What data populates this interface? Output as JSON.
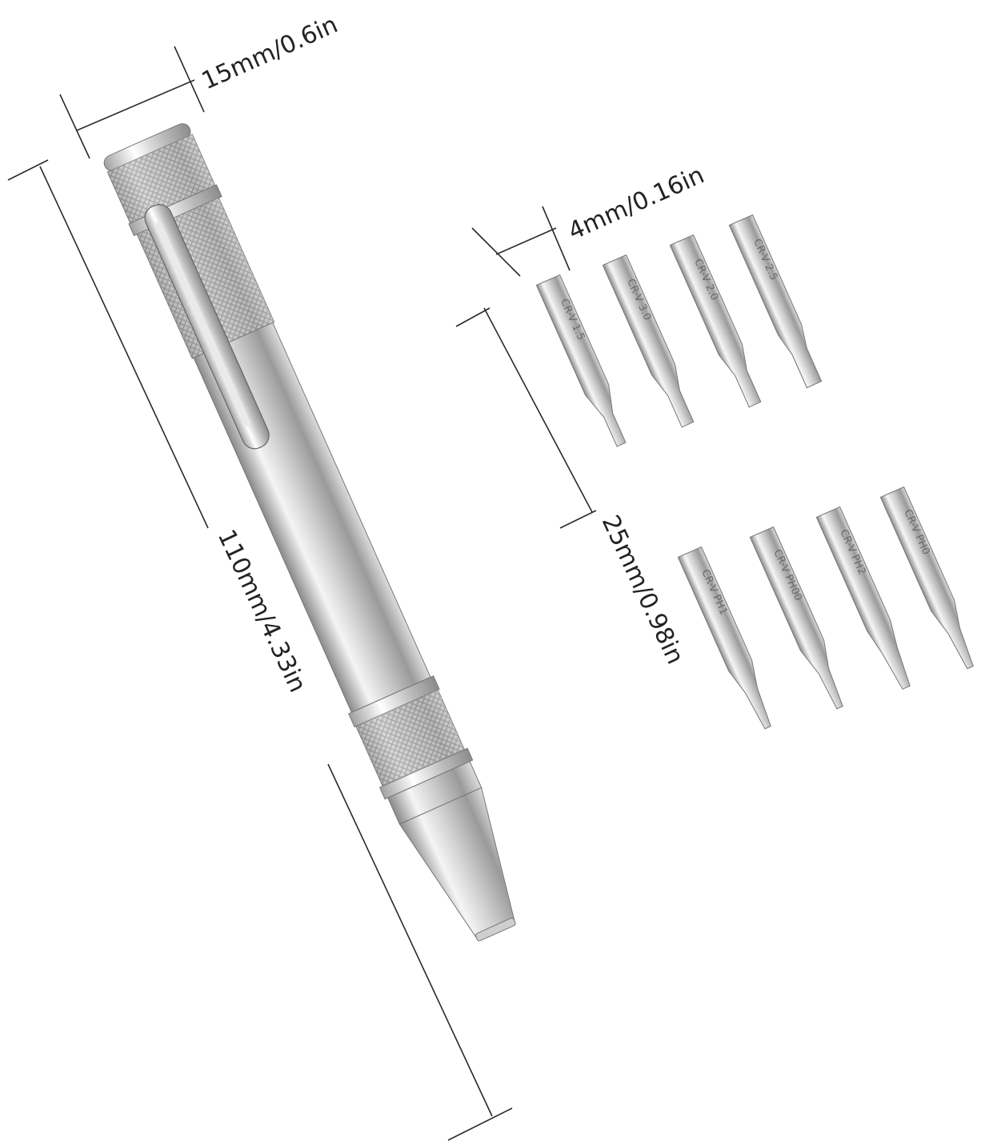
{
  "dimensions": {
    "width_label": "15mm/0.6in",
    "length_label": "110mm/4.33in",
    "bit_width_label": "4mm/0.16in",
    "bit_length_label": "25mm/0.98in"
  },
  "bits_top": [
    {
      "engraving": "CR-V 1.5"
    },
    {
      "engraving": "CR-V 3.0"
    },
    {
      "engraving": "CR-V 2.0"
    },
    {
      "engraving": "CR-V 2.5"
    }
  ],
  "bits_bottom": [
    {
      "engraving": "CR-V PH1"
    },
    {
      "engraving": "CR-V PH00"
    },
    {
      "engraving": "CR-V PH2"
    },
    {
      "engraving": "CR-V PH0"
    }
  ],
  "colors": {
    "metal_light": "#f2f2f2",
    "metal_mid": "#bdbdbd",
    "metal_dark": "#7a7a7a",
    "dimension_line": "#2a2a2a"
  }
}
